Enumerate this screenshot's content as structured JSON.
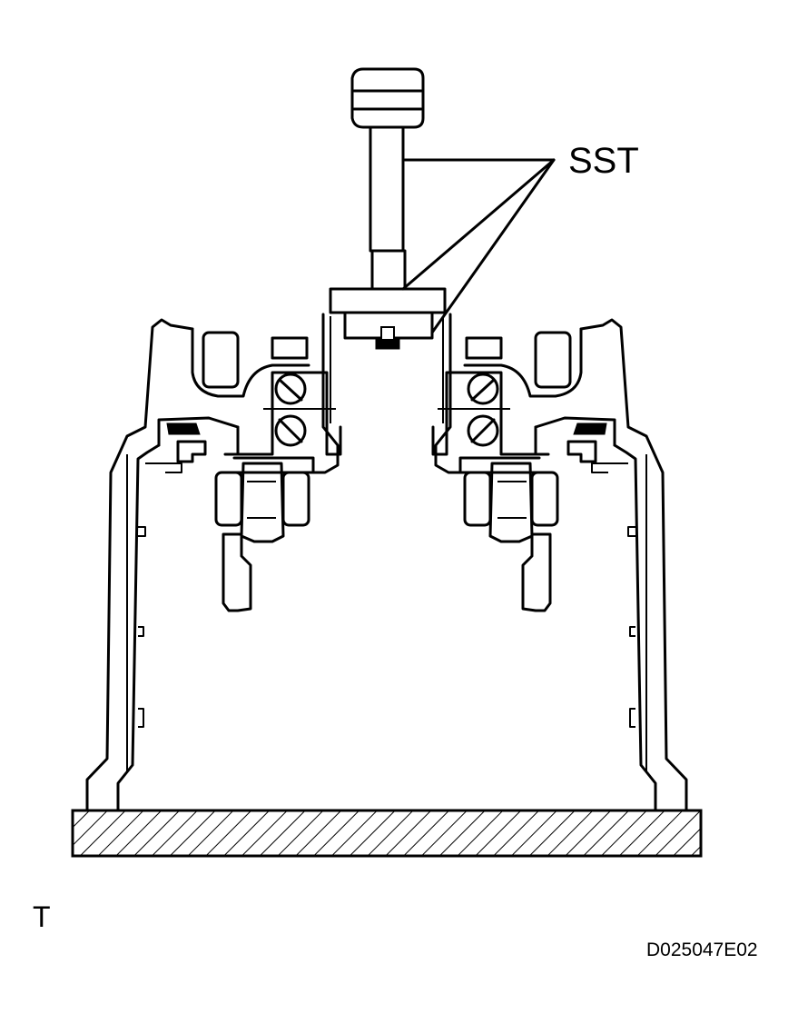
{
  "callout": {
    "label": "SST"
  },
  "corner_mark": "T",
  "figure_code": "D025047E02"
}
